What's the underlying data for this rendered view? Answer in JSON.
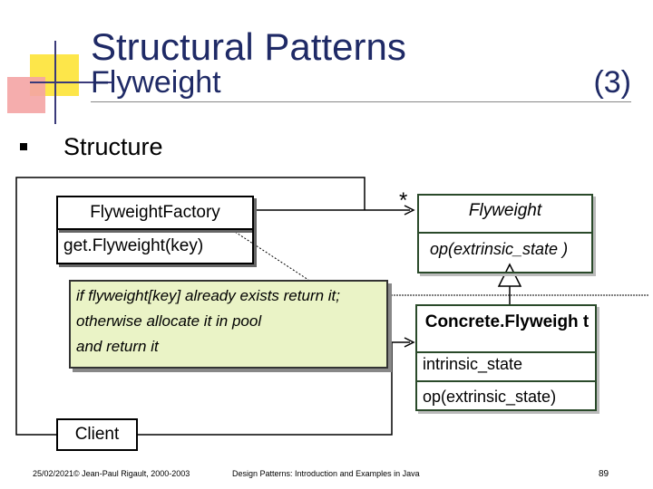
{
  "slide": {
    "title": "Structural Patterns",
    "subtitle": "Flyweight",
    "number_label": "(3)",
    "bullet_text": "Structure"
  },
  "diagram": {
    "factory": {
      "name": "FlyweightFactory",
      "operation": "get.Flyweight(key)"
    },
    "note": {
      "lines": [
        "if flyweight[key] already exists return it;",
        "otherwise allocate it in pool",
        "and return it"
      ]
    },
    "flyweight": {
      "name": "Flyweight",
      "operation": "op(extrinsic_state )"
    },
    "concrete": {
      "name": "Concrete.Flyweigh t",
      "attribute": "intrinsic_state",
      "operation": "op(extrinsic_state)"
    },
    "client": {
      "name": "Client"
    },
    "multiplicity": "*",
    "colors": {
      "note_fill": "#eaf3c6",
      "title_text": "#1f2a66",
      "class_border": "#2a4a2a"
    }
  },
  "footer": {
    "left": "25/02/2021© Jean-Paul Rigault, 2000-2003",
    "center": "Design Patterns: Introduction and Examples in Java",
    "right": "89"
  }
}
